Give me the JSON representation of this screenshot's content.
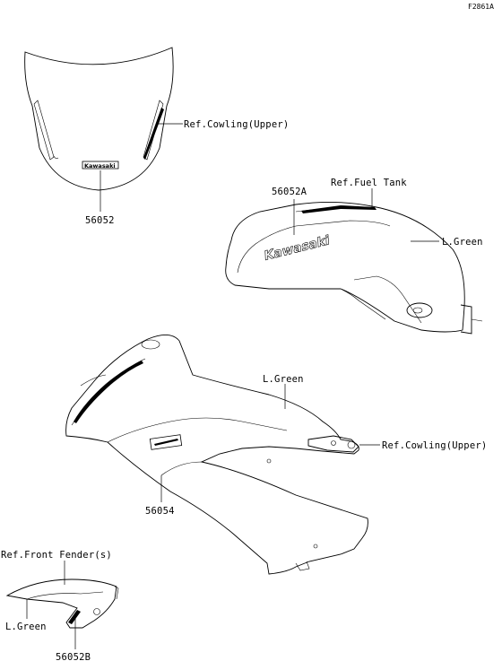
{
  "figure_code": "F2861A",
  "parts": {
    "windshield_decal": "56052",
    "tank_decal": "56052A",
    "cowling_decal": "56054",
    "fender_decal": "56052B"
  },
  "references": {
    "cowling_upper_top": "Ref.Cowling(Upper)",
    "fuel_tank": "Ref.Fuel Tank",
    "cowling_upper_side": "Ref.Cowling(Upper)",
    "front_fender": "Ref.Front Fender(s)"
  },
  "colors": {
    "tank": "L.Green",
    "cowling": "L.Green",
    "fender": "L.Green"
  },
  "decal_text": {
    "tank_logo": "Kawasaki",
    "windshield_logo": "Kawasaki"
  }
}
